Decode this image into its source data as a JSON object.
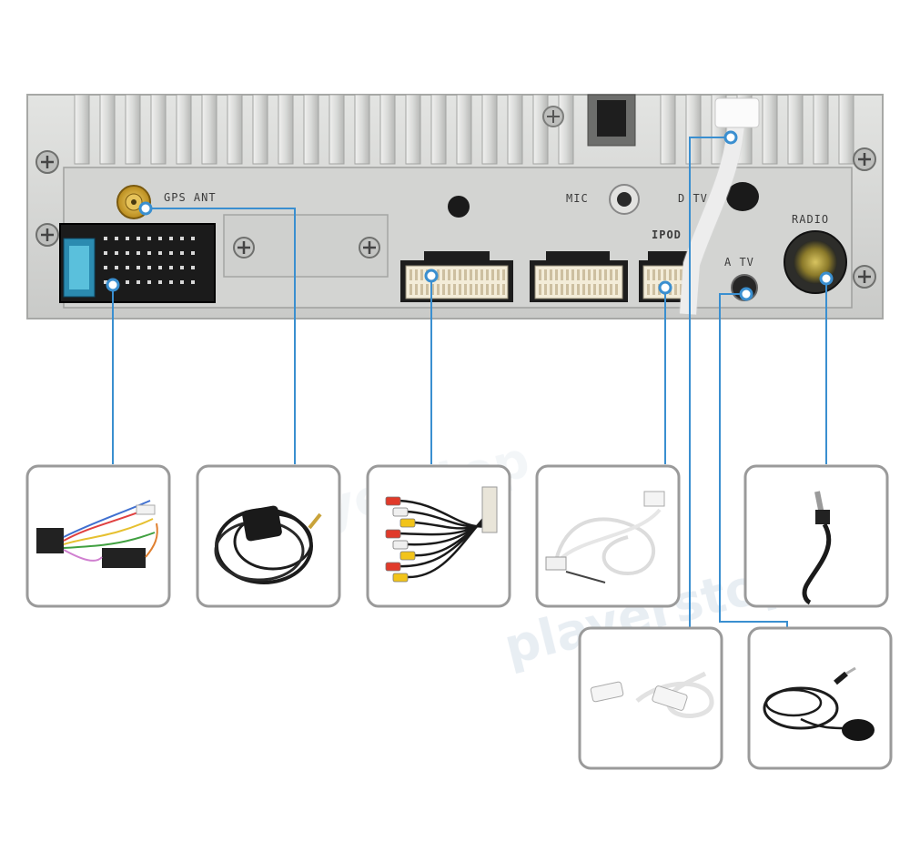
{
  "panel": {
    "labels": {
      "gps": "GPS ANT",
      "mic": "MIC",
      "ipod": "IPOD",
      "dtv": "D TV",
      "atv": "A TV",
      "radio": "RADIO"
    }
  },
  "watermark": {
    "brand": "playerstop"
  },
  "colors": {
    "leader_line": "#3a8fd0",
    "box_border": "#9a9a9a",
    "chassis": "#d6d7d5"
  }
}
